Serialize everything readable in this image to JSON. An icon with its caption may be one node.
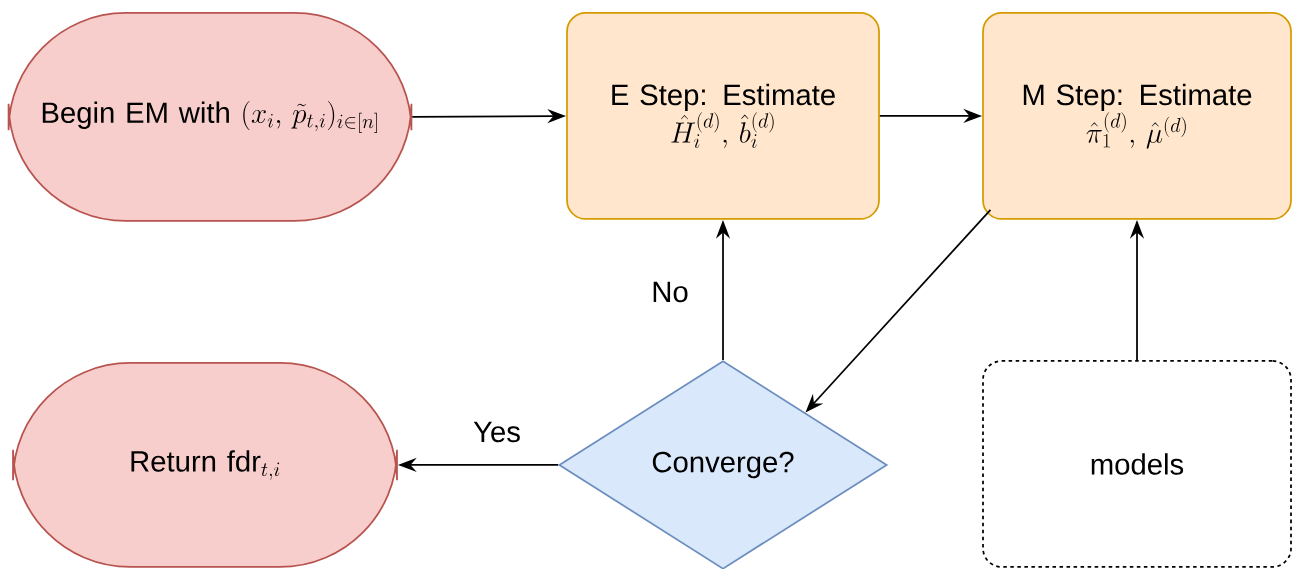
{
  "diagram": {
    "nodes": [
      {
        "text": [
          "Begin EM with",
          "(x_i,\\, \\tilde{p}_{t,i})_{i\\in[n]}"
        ]
      },
      {
        "text": [
          "E Step: Estimate",
          "\\hat{H}_i^{(d)},\\, \\hat{b}_i^{(d)}"
        ]
      },
      {
        "text": [
          "M Step: Estimate",
          "\\hat{\\pi}_1^{(d)},\\, \\hat{\\mu}^{(d)}"
        ]
      },
      {
        "text": [
          "Return",
          "\\mathrm{fdr}_{t,i}"
        ]
      },
      {
        "text": [
          "Converge?"
        ]
      },
      {
        "text": [
          "models"
        ]
      }
    ],
    "edges": [
      {
        "from": 0,
        "to": 1,
        "arrow": "to"
      },
      {
        "from": 1,
        "to": 2,
        "arrow": "to"
      },
      {
        "from": 2,
        "to": 4,
        "arrow": "to"
      },
      {
        "from": 4,
        "to": 1,
        "arrow": "to",
        "label": "No"
      },
      {
        "from": 4,
        "to": 3,
        "arrow": "to",
        "label": "Yes"
      },
      {
        "from": 5,
        "to": 2,
        "arrow": "to"
      }
    ]
  }
}
